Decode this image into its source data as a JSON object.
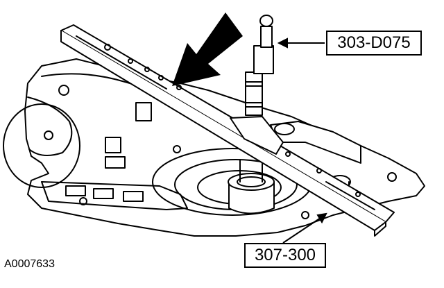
{
  "figure": {
    "reference_id": "A0007633"
  },
  "callouts": {
    "top_tool": "303-D075",
    "bottom_tool": "307-300"
  },
  "colors": {
    "line": "#000000",
    "fill": "#ffffff",
    "arrow": "#000000"
  },
  "icons": {
    "direction_indicator": "thick-arrow-icon"
  }
}
